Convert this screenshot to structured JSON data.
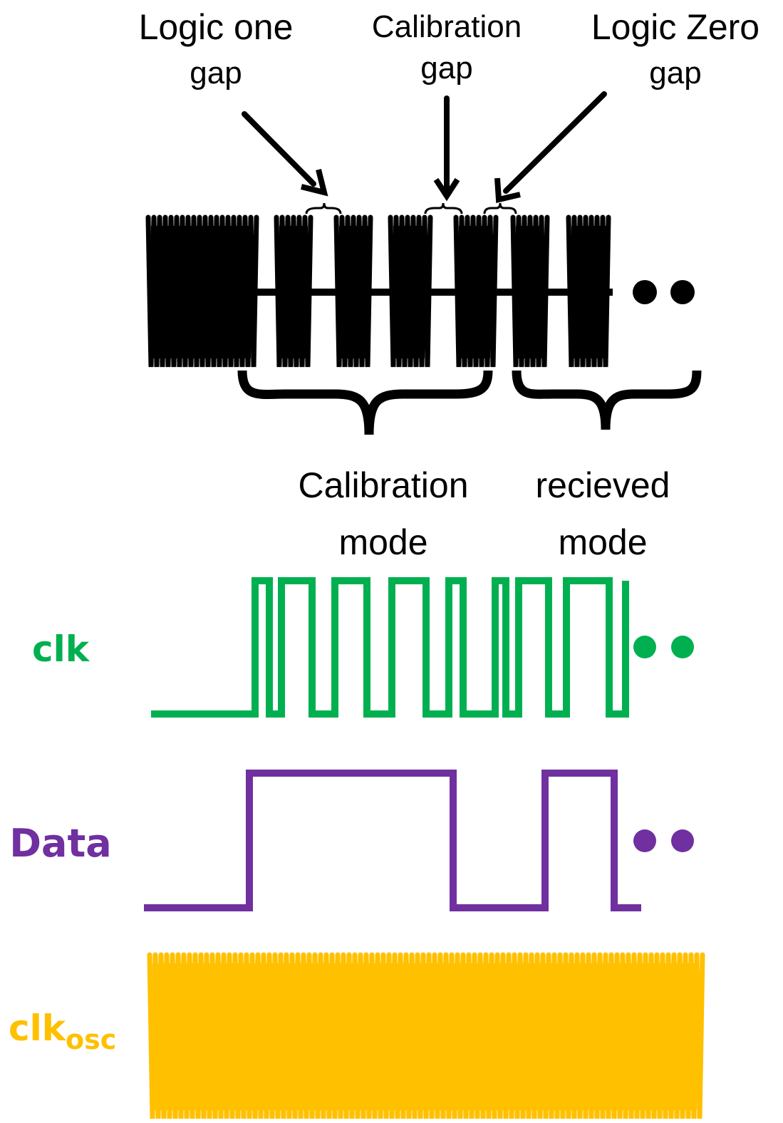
{
  "annotations": {
    "logic_one": {
      "line1": "Logic one",
      "line2": "gap"
    },
    "calibration_gap": {
      "line1": "Calibration",
      "line2": "gap"
    },
    "logic_zero": {
      "line1": "Logic Zero",
      "line2": "gap"
    }
  },
  "modes": {
    "calibration": {
      "line1": "Calibration",
      "line2": "mode"
    },
    "received": {
      "line1": "recieved",
      "line2": "mode"
    }
  },
  "signals": {
    "clk": {
      "label": "clk",
      "color": "#00b050"
    },
    "data": {
      "label": "Data",
      "color": "#7030a0"
    },
    "clk_osc": {
      "label": "clk",
      "subscript": "osc",
      "color": "#ffc000"
    }
  },
  "colors": {
    "rf": "#000000"
  }
}
